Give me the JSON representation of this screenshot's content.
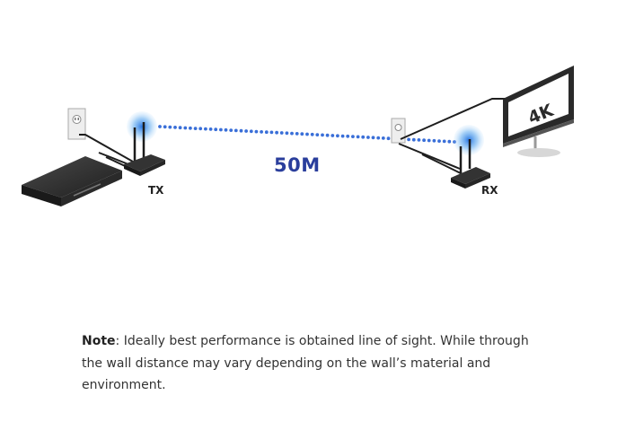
{
  "diagram": {
    "tx_label": "TX",
    "rx_label": "RX",
    "distance_label": "50M",
    "monitor_label": "4K"
  },
  "note": {
    "prefix": "Note",
    "text": ": Ideally best performance is obtained line of sight. While through the wall distance may vary depending on the wall’s material and environment."
  },
  "colors": {
    "signal_dots": "#3a6fd8",
    "signal_glow": "#3d8fe6",
    "distance_text": "#2a3e9c",
    "device": "#2b2b2b"
  }
}
